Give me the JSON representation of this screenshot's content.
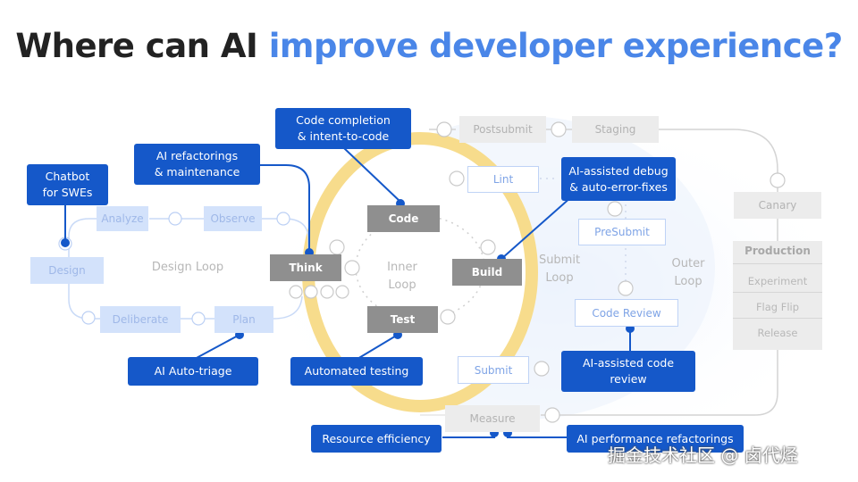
{
  "title": {
    "part1": "Where can AI ",
    "part2": "improve developer experience?"
  },
  "nodes": {
    "analyze": "Analyze",
    "observe": "Observe",
    "design": "Design",
    "deliberate": "Deliberate",
    "plan": "Plan",
    "think": "Think",
    "code": "Code",
    "build": "Build",
    "test": "Test",
    "lint": "Lint",
    "postsubmit": "Postsubmit",
    "staging": "Staging",
    "presubmit": "PreSubmit",
    "code_review": "Code Review",
    "submit": "Submit",
    "measure": "Measure",
    "canary": "Canary",
    "production": "Production",
    "experiment": "Experiment",
    "flag_flip": "Flag Flip",
    "release": "Release"
  },
  "loops": {
    "design_loop": "Design Loop",
    "inner_loop": "Inner\nLoop",
    "submit_loop": "Submit\nLoop",
    "outer_loop": "Outer\nLoop"
  },
  "callouts": {
    "chatbot": "Chatbot\nfor SWEs",
    "refactorings": "AI refactorings\n& maintenance",
    "code_completion": "Code completion\n& intent-to-code",
    "debug": "AI-assisted debug\n& auto-error-fixes",
    "auto_triage": "AI Auto-triage",
    "automated_testing": "Automated testing",
    "ai_code_review": "AI-assisted code\nreview",
    "resource_efficiency": "Resource efficiency",
    "perf_refactorings": "AI performance refactorings"
  },
  "watermark": "掘金技术社区 @ 卤代烃",
  "colors": {
    "accent": "#4a86e8",
    "callout": "#1558c9",
    "inner_ring": "#f7dc8c",
    "node_blue": "#d3e2fb",
    "node_gray": "#8f8f8f"
  }
}
